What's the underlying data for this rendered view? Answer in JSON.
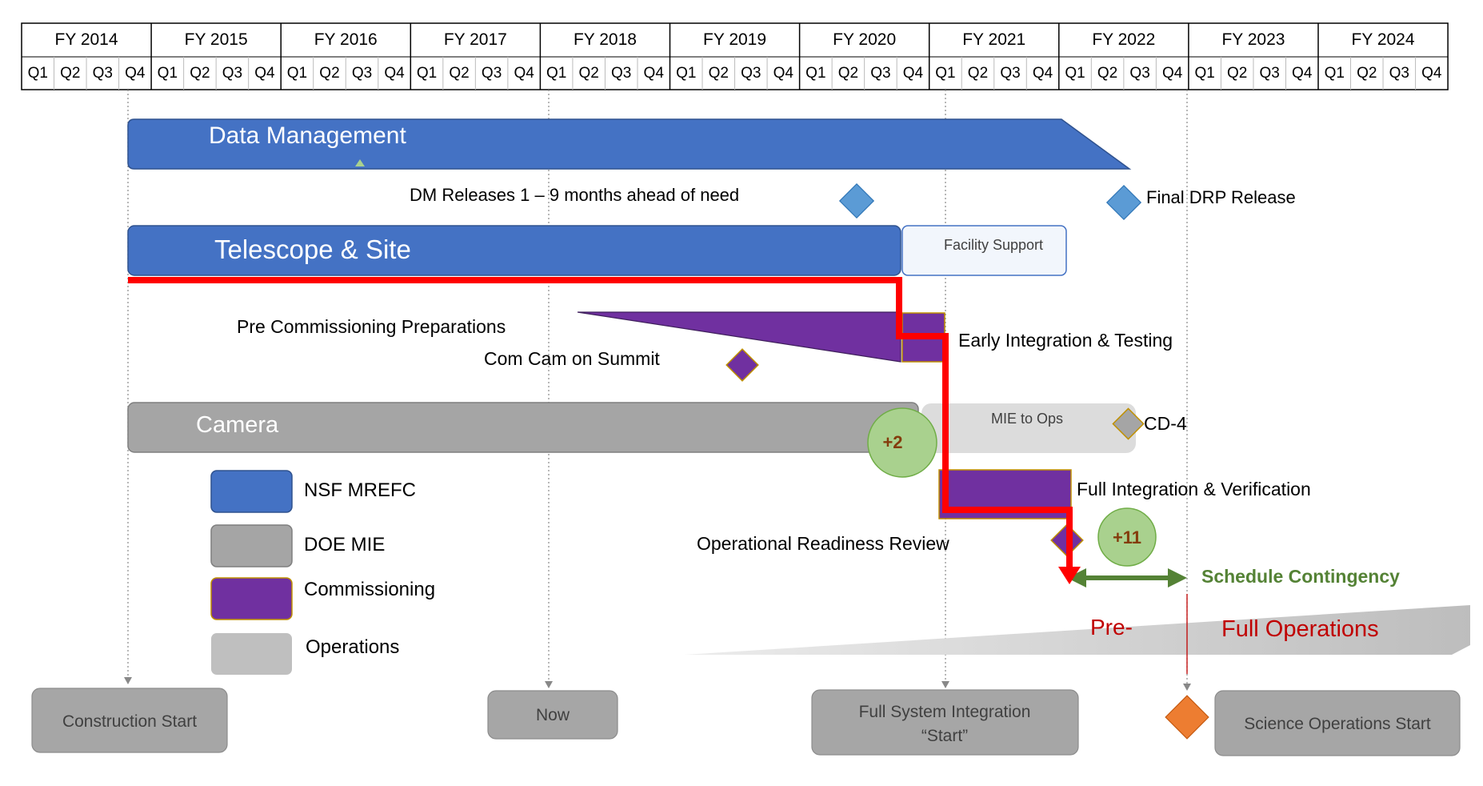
{
  "timeline": {
    "years": [
      "FY 2014",
      "FY 2015",
      "FY 2016",
      "FY 2017",
      "FY 2018",
      "FY 2019",
      "FY 2020",
      "FY 2021",
      "FY 2022",
      "FY 2023",
      "FY 2024"
    ],
    "quarters": [
      "Q1",
      "Q2",
      "Q3",
      "Q4"
    ]
  },
  "bars": {
    "data_management": "Data Management",
    "telescope_site": "Telescope & Site",
    "facility_support": "Facility Support",
    "camera": "Camera",
    "mie_to_ops": "MIE to Ops",
    "full_operations": "Full Operations",
    "pre_ops": "Pre-"
  },
  "labels": {
    "dm_releases": "DM Releases 1 – 9 months ahead of need",
    "final_drp": "Final DRP Release",
    "pre_commissioning": "Pre Commissioning Preparations",
    "comcam": "Com Cam on Summit",
    "early_integration": "Early Integration & Testing",
    "cd4": "CD-4",
    "full_integration": "Full Integration & Verification",
    "orr": "Operational Readiness Review",
    "schedule_contingency": "Schedule Contingency"
  },
  "badges": {
    "plus2": "+2",
    "plus11": "+11"
  },
  "legend": [
    {
      "label": "NSF MREFC",
      "color": "#4472C4",
      "border": "#2F528F"
    },
    {
      "label": "DOE MIE",
      "color": "#A5A5A5",
      "border": "#7F7F7F"
    },
    {
      "label": "Commissioning",
      "color": "#7030A0",
      "border": "#C09000"
    },
    {
      "label": "Operations",
      "color": "#BFBFBF",
      "border": "#BFBFBF"
    }
  ],
  "milestones": {
    "construction_start": "Construction Start",
    "now": "Now",
    "full_system_integration_1": "Full System Integration",
    "full_system_integration_2": "“Start”",
    "science_operations_start": "Science Operations Start"
  },
  "colors": {
    "nsf_blue": "#4472C4",
    "doe_gray": "#A5A5A5",
    "commissioning_purple": "#7030A0",
    "critical_path_red": "#FF0000",
    "contingency_green": "#548235",
    "ops_text_red": "#C00000",
    "badge_green": "#A9D18E",
    "diamond_blue": "#5B9BD5",
    "diamond_orange": "#ED7D31"
  }
}
